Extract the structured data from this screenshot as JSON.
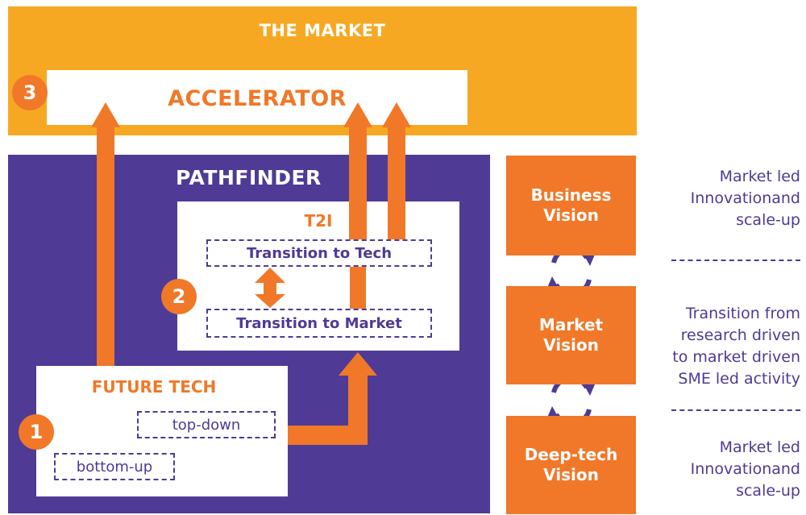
{
  "market": {
    "title": "THE MARKET",
    "accelerator": "ACCELERATOR",
    "number": "3"
  },
  "pathfinder": {
    "title": "PATHFINDER"
  },
  "t2i": {
    "title": "T2I",
    "number": "2",
    "transition_tech": "Transition to Tech",
    "transition_market": "Transition to Market"
  },
  "future_tech": {
    "title": "FUTURE TECH",
    "number": "1",
    "top_down": "top-down",
    "bottom_up": "bottom-up"
  },
  "visions": {
    "business": "Business\nVision",
    "market": "Market\nVision",
    "deep_tech": "Deep-tech\nVision"
  },
  "side_notes": {
    "top": "Market led\nInnovationand\nscale-up",
    "middle": "Transition from\nresearch driven\nto market driven\nSME led activity",
    "bottom": "Market led\nInnovationand\nscale-up"
  },
  "colors": {
    "orange": "#f07828",
    "yellow": "#f7a823",
    "purple": "#4f3a96"
  }
}
